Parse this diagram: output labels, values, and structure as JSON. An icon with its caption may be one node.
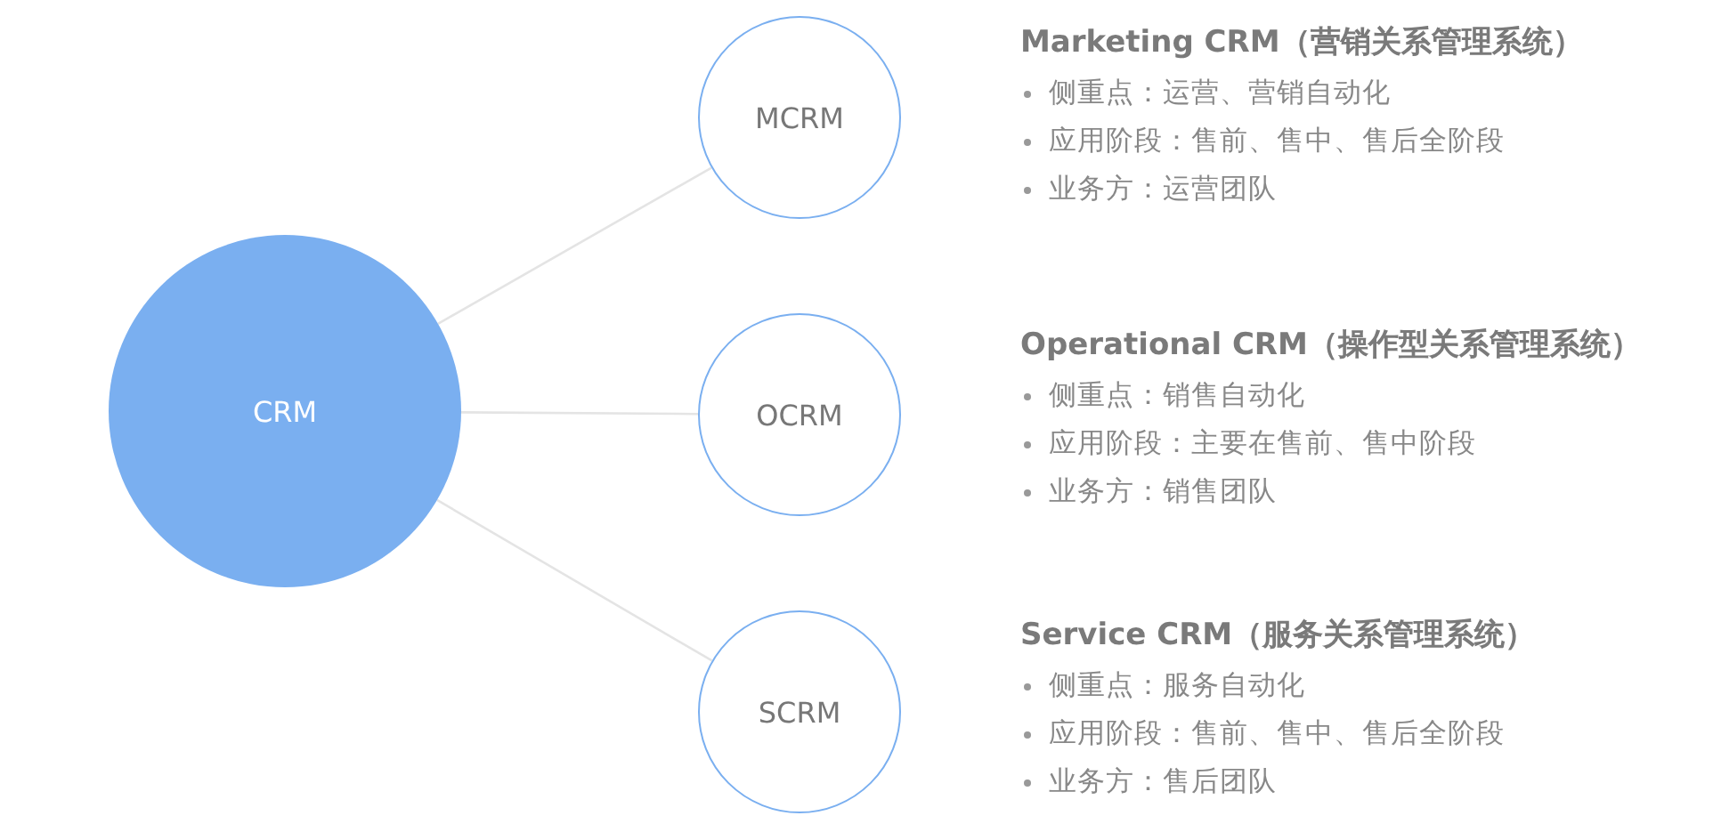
{
  "diagram": {
    "nodes": [
      {
        "text": [
          "CRM"
        ]
      },
      {
        "text": [
          "MCRM"
        ],
        "beside": [
          "Marketing CRM（营销关系管理系统）",
          "侧重点：运营、营销自动化",
          "应用阶段：售前、售中、售后全阶段",
          "业务方：运营团队"
        ]
      },
      {
        "text": [
          "OCRM"
        ],
        "beside": [
          "Operational CRM（操作型关系管理系统）",
          "侧重点：销售自动化",
          "应用阶段：主要在售前、售中阶段",
          "业务方：销售团队"
        ]
      },
      {
        "text": [
          "SCRM"
        ],
        "beside": [
          "Service CRM（服务关系管理系统）",
          "侧重点：服务自动化",
          "应用阶段：售前、售中、售后全阶段",
          "业务方：售后团队"
        ]
      }
    ],
    "edges": [
      {
        "from": 0,
        "to": 1,
        "arrow": "none"
      },
      {
        "from": 0,
        "to": 2,
        "arrow": "none"
      },
      {
        "from": 0,
        "to": 3,
        "arrow": "none"
      }
    ]
  }
}
